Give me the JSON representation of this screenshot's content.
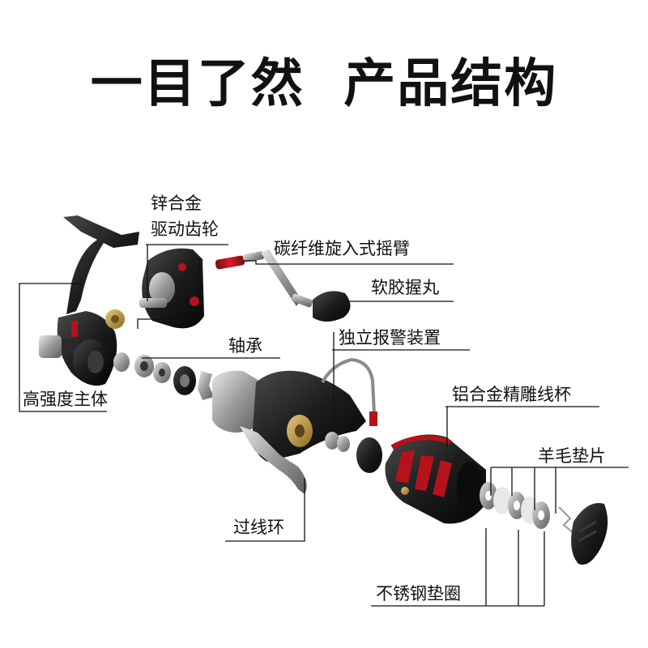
{
  "title": "一目了然  产品结构",
  "labels": {
    "zinc_gear_line1": "锌合金",
    "zinc_gear_line2": "驱动齿轮",
    "carbon_arm": "碳纤维旋入式摇臂",
    "soft_knob": "软胶握丸",
    "bearing": "轴承",
    "anti_reverse": "独立报警装置",
    "body": "高强度主体",
    "spool": "铝合金精雕线杯",
    "felt_washer": "羊毛垫片",
    "line_roller": "过线环",
    "steel_washer": "不锈钢垫圈"
  },
  "colors": {
    "reel_black": "#1c1c1c",
    "accent_red": "#b5121b",
    "metal_silver": "#c0c0c0",
    "leader_line": "#111111"
  }
}
